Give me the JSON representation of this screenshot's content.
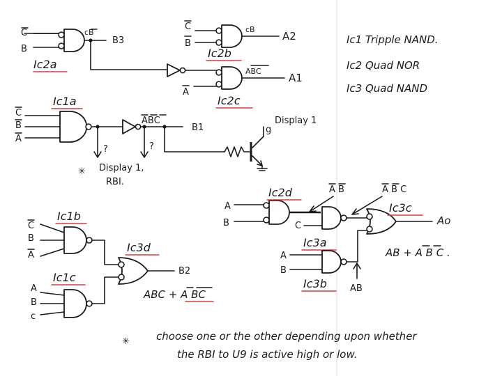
{
  "legend": {
    "ic1": "Ic1  Tripple NAND.",
    "ic2": "Ic2  Quad NOR",
    "ic3": "Ic3  Quad NAND"
  },
  "ic2a": {
    "label": "Ic2a",
    "in1": "C",
    "in2": "B",
    "out_expr": "cB",
    "out": "B3"
  },
  "ic2b": {
    "label": "Ic2b",
    "in1": "C",
    "in2": "B",
    "out_expr": "cB",
    "out": "A2"
  },
  "ic2c": {
    "label": "Ic2c",
    "in2": "A",
    "out_expr": "ABC",
    "out": "A1"
  },
  "ic1a": {
    "label": "Ic1a",
    "in1": "C",
    "in2": "B",
    "in3": "A",
    "out_expr": "ABC",
    "out": "B1",
    "q1": "?",
    "q2": "?",
    "note": "Display 1,",
    "note2": "RBI.",
    "display": "Display 1",
    "pin": "g"
  },
  "ic2d": {
    "label": "Ic2d",
    "in1": "A",
    "in2": "B",
    "annot": "A B"
  },
  "ic3a": {
    "label": "Ic3a",
    "in_c": "C",
    "annot": "A B C"
  },
  "ic3b": {
    "label": "Ic3b",
    "in1": "A",
    "in2": "B",
    "annot": "AB"
  },
  "ic3c": {
    "label": "Ic3c",
    "out": "Ao",
    "expr": "AB + A B C ."
  },
  "ic1b": {
    "label": "Ic1b",
    "in1": "C",
    "in2": "B",
    "in3": "A"
  },
  "ic1c": {
    "label": "Ic1c",
    "in1": "A",
    "in2": "B",
    "in3": "c"
  },
  "ic3d": {
    "label": "Ic3d",
    "out": "B2",
    "expr": "ABC + A BC"
  },
  "footnote": {
    "line1": "choose one or the other depending upon whether",
    "line2": "the RBI to U9 is active high or low."
  }
}
